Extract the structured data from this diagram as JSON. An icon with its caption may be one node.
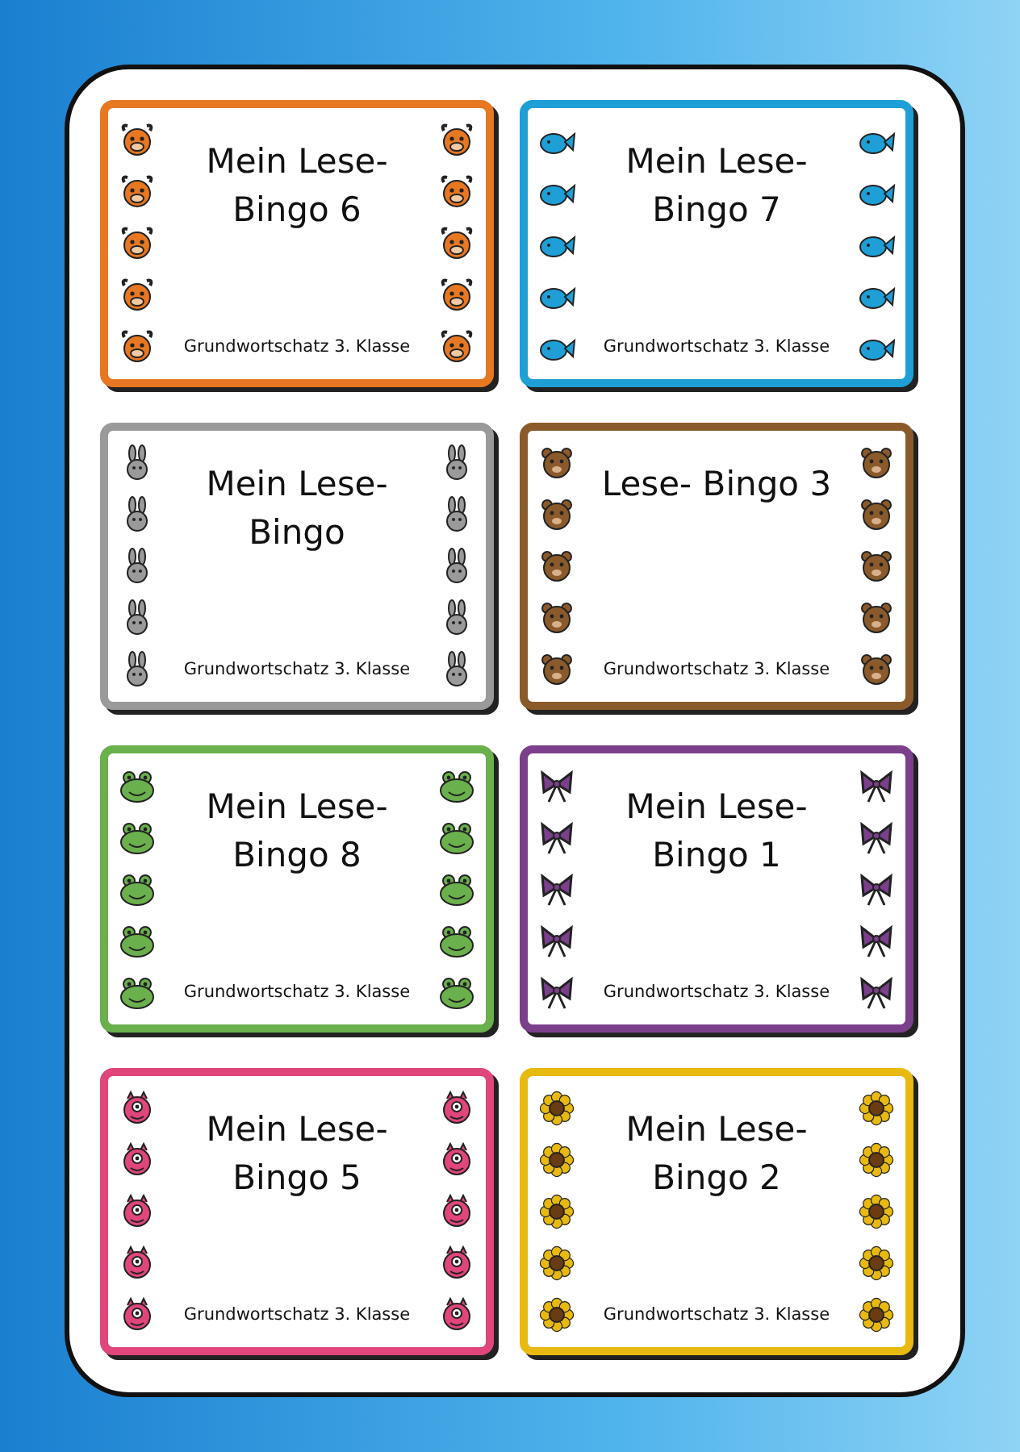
{
  "diagram": {
    "nodes": [
      {
        "text": [
          "Mein Lese- Bingo 6",
          "Grundwortschatz 3. Klasse"
        ]
      },
      {
        "text": [
          "Mein Lese- Bingo 7",
          "Grundwortschatz 3. Klasse"
        ]
      },
      {
        "text": [
          "Mein Lese- Bingo",
          "Grundwortschatz 3. Klasse"
        ]
      },
      {
        "text": [
          "Lese- Bingo 3",
          "Grundwortschatz 3. Klasse"
        ]
      },
      {
        "text": [
          "Mein Lese- Bingo 8",
          "Grundwortschatz 3. Klasse"
        ]
      },
      {
        "text": [
          "Mein Lese- Bingo 1",
          "Grundwortschatz 3. Klasse"
        ]
      },
      {
        "text": [
          "Mein Lese- Bingo 5",
          "Grundwortschatz 3. Klasse"
        ]
      },
      {
        "text": [
          "Mein Lese- Bingo 2",
          "Grundwortschatz 3. Klasse"
        ]
      }
    ]
  }
}
